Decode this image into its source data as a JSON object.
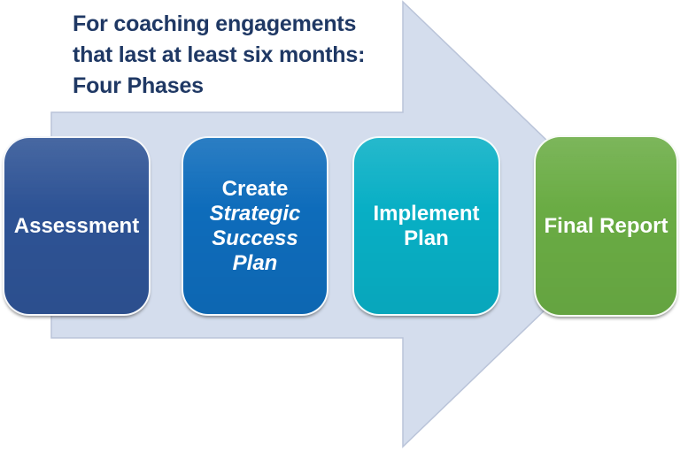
{
  "title": {
    "text": "For coaching engagements\nthat last at least six months:\nFour Phases",
    "color": "#1F3864"
  },
  "arrow": {
    "description": "large right-pointing process arrow",
    "fill": "#D4DDED",
    "stroke": "#BAC4D9"
  },
  "phases": [
    {
      "label": "Assessment",
      "color": "#2E5395",
      "text_color": "#FFFFFF"
    },
    {
      "label": "Create",
      "sublabel_italic": "Strategic Success Plan",
      "color": "#0E6CBB",
      "text_color": "#FFFFFF"
    },
    {
      "label": "Implement Plan",
      "color": "#08AFC5",
      "text_color": "#FFFFFF"
    },
    {
      "label": "Final Report",
      "color": "#6AAC44",
      "text_color": "#FFFFFF"
    }
  ]
}
